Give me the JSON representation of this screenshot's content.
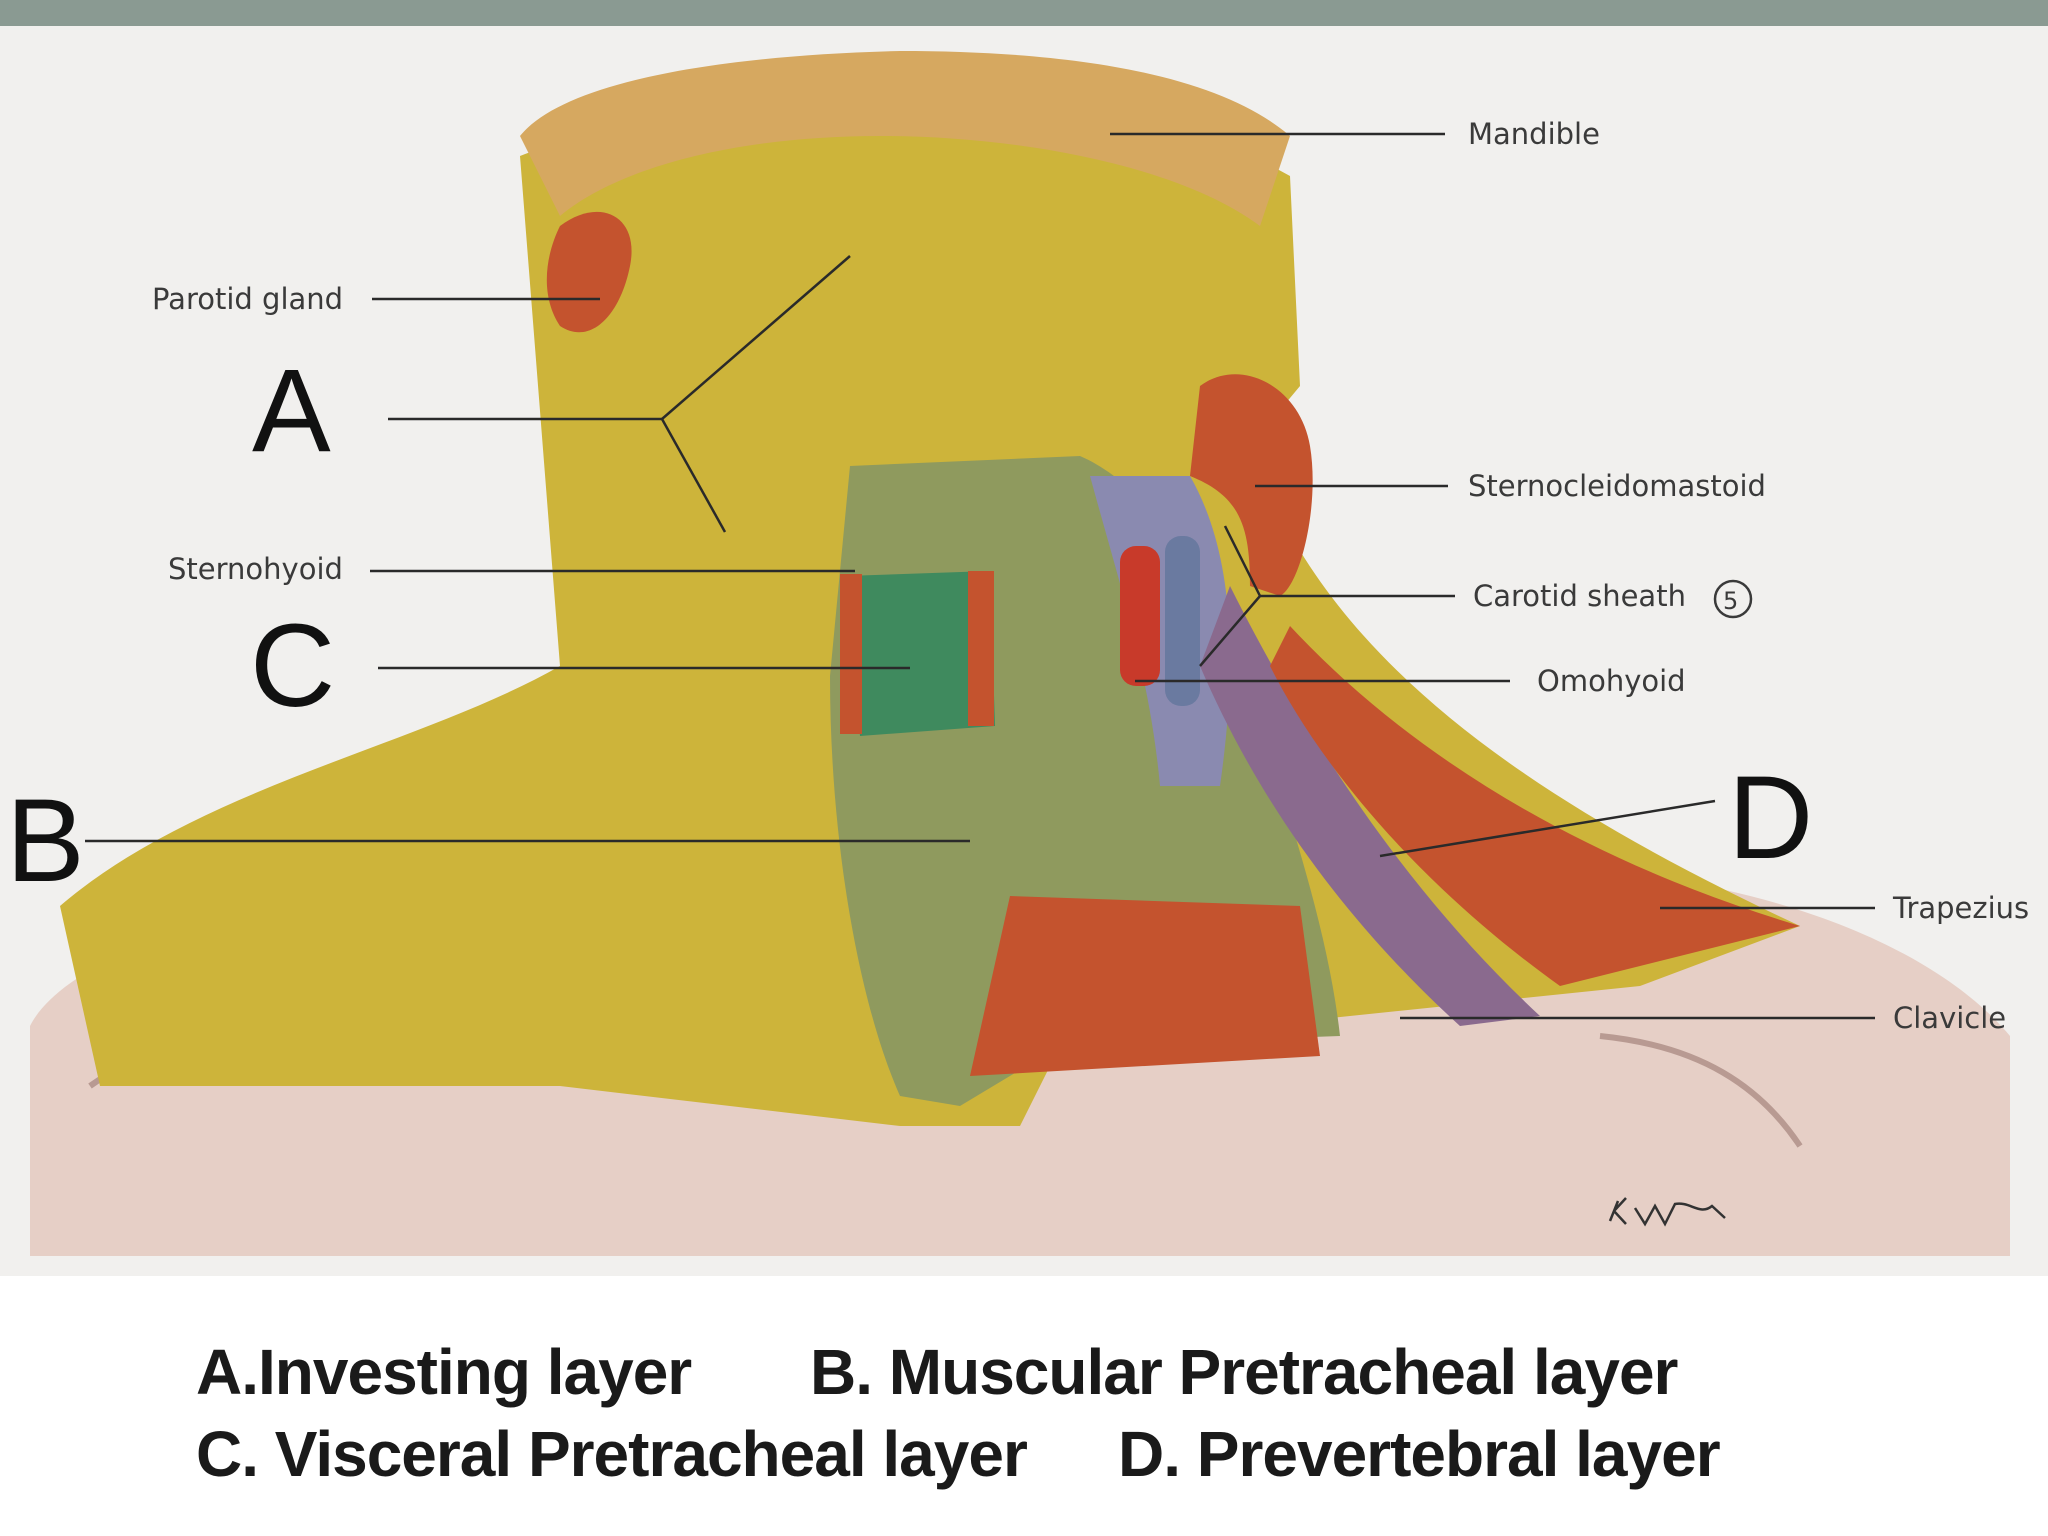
{
  "labels": {
    "mandible": "Mandible",
    "parotid_gland": "Parotid gland",
    "sternocleidomastoid": "Sternocleidomastoid",
    "sternohyoid": "Sternohyoid",
    "carotid_sheath": "Carotid sheath",
    "carotid_sheath_num": "5",
    "omohyoid": "Omohyoid",
    "trapezius": "Trapezius",
    "clavicle": "Clavicle"
  },
  "markers": {
    "a": "A",
    "b": "B",
    "c": "C",
    "d": "D"
  },
  "signature": "K. Walker",
  "legend": {
    "a": "A.Investing layer",
    "b": "B. Muscular Pretracheal layer",
    "c": "C. Visceral Pretracheal layer",
    "d": "D. Prevertebral layer"
  },
  "colors": {
    "investing": "#cdb43a",
    "pretracheal": "#8f9a5e",
    "visceral": "#3f8a5e",
    "prevertebral": "#8a6a8e",
    "muscle": "#c4532e",
    "skin": "#e2c9c0",
    "bone": "#d6a860"
  }
}
